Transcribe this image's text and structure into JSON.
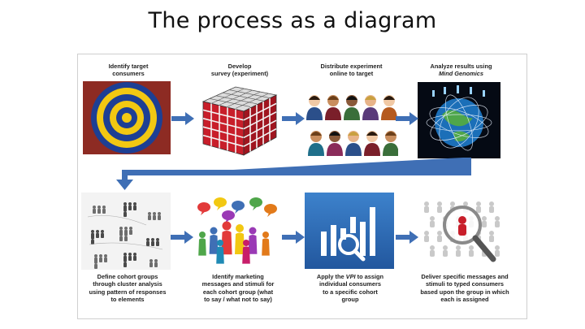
{
  "slide": {
    "title": "The process as a diagram"
  },
  "steps": [
    {
      "lines": [
        "Identify target",
        "consumers"
      ]
    },
    {
      "lines": [
        "Develop",
        "survey (experiment)"
      ]
    },
    {
      "lines": [
        "Distribute experiment",
        "online to target"
      ]
    },
    {
      "lines": [
        "Analyze results using"
      ],
      "italic": "Mind Genomics"
    },
    {
      "lines": [
        "Define cohort groups",
        "through cluster analysis",
        "using pattern of responses",
        "to elements"
      ]
    },
    {
      "lines": [
        "Identify marketing",
        "messages and stimuli for",
        "each cohort group (what",
        "to say / what not to say)"
      ]
    },
    {
      "lines": [
        "Apply the",
        "VPI",
        "to assign",
        "individual consumers",
        "to a specific cohort",
        "group"
      ]
    },
    {
      "lines": [
        "Deliver specific messages and",
        "stimuli to typed consumers",
        "based upon the group in which",
        "each is assigned"
      ]
    }
  ],
  "colors": {
    "arrow": "#3f6fb5",
    "target_yellow": "#f2c812",
    "target_blue": "#1d3f94",
    "cube_red": "#c81e2a",
    "vpi_blue": "#2f6fb9"
  }
}
